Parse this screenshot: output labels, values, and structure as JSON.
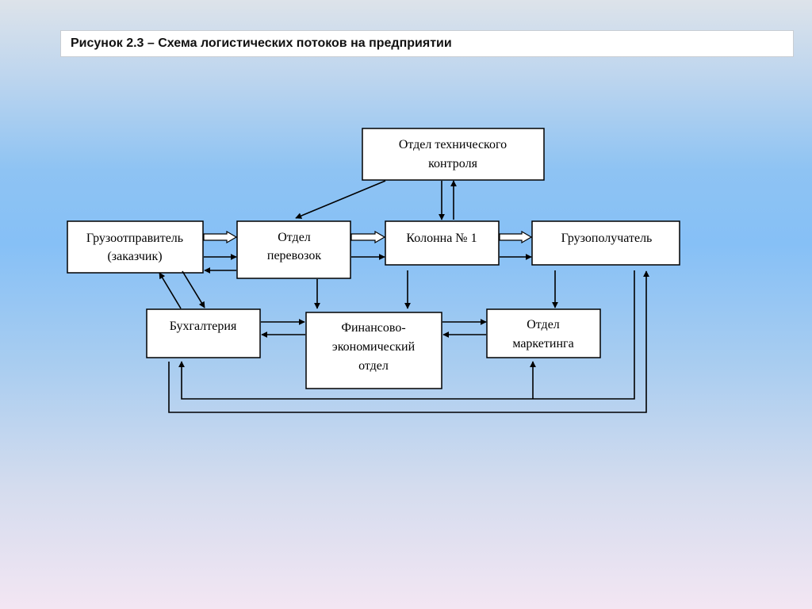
{
  "title": "Рисунок 2.3 – Схема логистических потоков на предприятии",
  "boxes": {
    "otk": [
      "Отдел технического",
      "контроля"
    ],
    "shipper": [
      "Грузоотправитель",
      "(заказчик)"
    ],
    "transport": [
      "Отдел",
      "перевозок"
    ],
    "column": [
      "Колонна № 1"
    ],
    "receiver": [
      "Грузополучатель"
    ],
    "accounting": [
      "Бухгалтерия"
    ],
    "finance": [
      "Финансово-",
      "экономический",
      "отдел"
    ],
    "marketing": [
      "Отдел",
      "маркетинга"
    ]
  }
}
